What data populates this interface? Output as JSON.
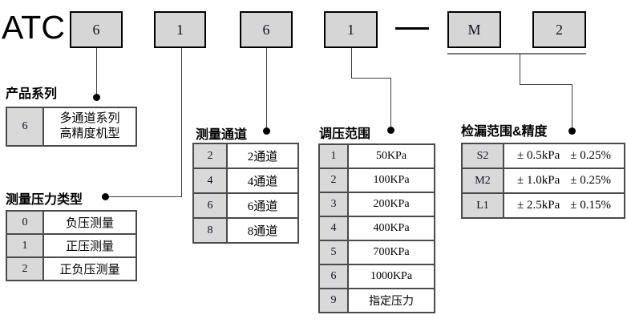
{
  "title": "ATC",
  "code_boxes": [
    {
      "label": "6"
    },
    {
      "label": "1"
    },
    {
      "label": "6"
    },
    {
      "label": "1"
    },
    {
      "label": "M"
    },
    {
      "label": "2"
    }
  ],
  "colors": {
    "box_fill": "#d6d6d6",
    "box_border": "#000000",
    "table_border": "#4a4a4a",
    "code_cell_fill": "#d9d9d9",
    "connector": "#3c3c3c"
  },
  "sections": [
    {
      "heading": "产品系列",
      "rows": [
        {
          "code": "6",
          "line1": "多通道系列",
          "line2": "高精度机型"
        }
      ]
    },
    {
      "heading": "测量压力类型",
      "rows": [
        {
          "code": "0",
          "label": "负压测量"
        },
        {
          "code": "1",
          "label": "正压测量"
        },
        {
          "code": "2",
          "label": "正负压测量"
        }
      ]
    },
    {
      "heading": "测量通道",
      "rows": [
        {
          "code": "2",
          "label": "2通道"
        },
        {
          "code": "4",
          "label": "4通道"
        },
        {
          "code": "6",
          "label": "6通道"
        },
        {
          "code": "8",
          "label": "8通道"
        }
      ]
    },
    {
      "heading": "调压范围",
      "rows": [
        {
          "code": "1",
          "label": "50KPa"
        },
        {
          "code": "2",
          "label": "100KPa"
        },
        {
          "code": "3",
          "label": "200KPa"
        },
        {
          "code": "4",
          "label": "400KPa"
        },
        {
          "code": "5",
          "label": "700KPa"
        },
        {
          "code": "6",
          "label": "1000KPa"
        },
        {
          "code": "9",
          "label": "指定压力"
        }
      ]
    },
    {
      "heading": "检漏范围&精度",
      "rows": [
        {
          "code": "S2",
          "range": "± 0.5kPa",
          "accuracy": "± 0.25%"
        },
        {
          "code": "M2",
          "range": "± 1.0kPa",
          "accuracy": "± 0.25%"
        },
        {
          "code": "L1",
          "range": "± 2.5kPa",
          "accuracy": "± 0.15%"
        }
      ]
    }
  ]
}
